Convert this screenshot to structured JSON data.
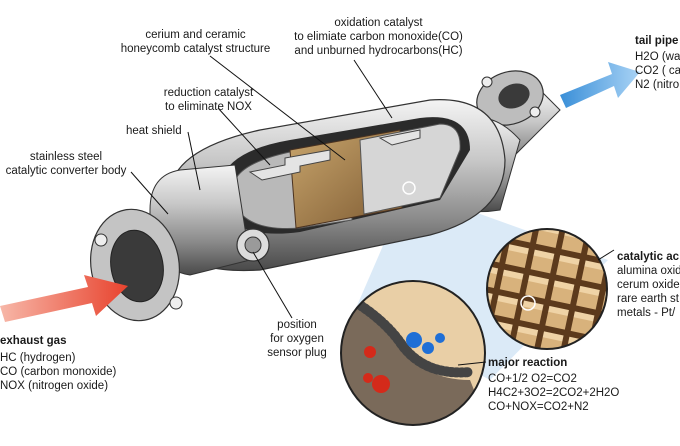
{
  "labels": {
    "cerium": {
      "line1": "cerium and ceramic",
      "line2": "honeycomb catalyst structure"
    },
    "oxidation": {
      "line1": "oxidation catalyst",
      "line2": "to elimiate carbon monoxide(CO)",
      "line3": "and unburned hydrocarbons(HC)"
    },
    "reduction": {
      "line1": "reduction catalyst",
      "line2": "to eliminate NOX"
    },
    "heat_shield": "heat shield",
    "body": {
      "line1": "stainless steel",
      "line2": "catalytic converter body"
    },
    "position": {
      "line1": "position",
      "line2": "for oxygen",
      "line3": "sensor plug"
    }
  },
  "tail_pipe": {
    "title": "tail pipe",
    "items": [
      "H2O (wa",
      "CO2 ( ca",
      "N2 (nitro"
    ]
  },
  "exhaust_gas": {
    "title": "exhaust gas",
    "items": [
      "HC (hydrogen)",
      "CO (carbon monoxide)",
      "NOX (nitrogen oxide)"
    ]
  },
  "catalytic_active": {
    "title": "catalytic ac",
    "items": [
      "alumina oxid",
      "cerum oxide",
      "rare earth st",
      "metals - Pt/"
    ]
  },
  "major_reaction": {
    "title": "major reaction",
    "items": [
      "CO+1/2 O2=CO2",
      "H4C2+3O2=2CO2+2H2O",
      "CO+NOX=CO2+N2"
    ]
  },
  "colors": {
    "exhaust_arrow": "#e8432e",
    "tail_arrow": "#3a8fd8",
    "honeycomb": "#c9a172",
    "molecule_blue": "#1f6fd6",
    "molecule_red": "#d42a1a"
  }
}
